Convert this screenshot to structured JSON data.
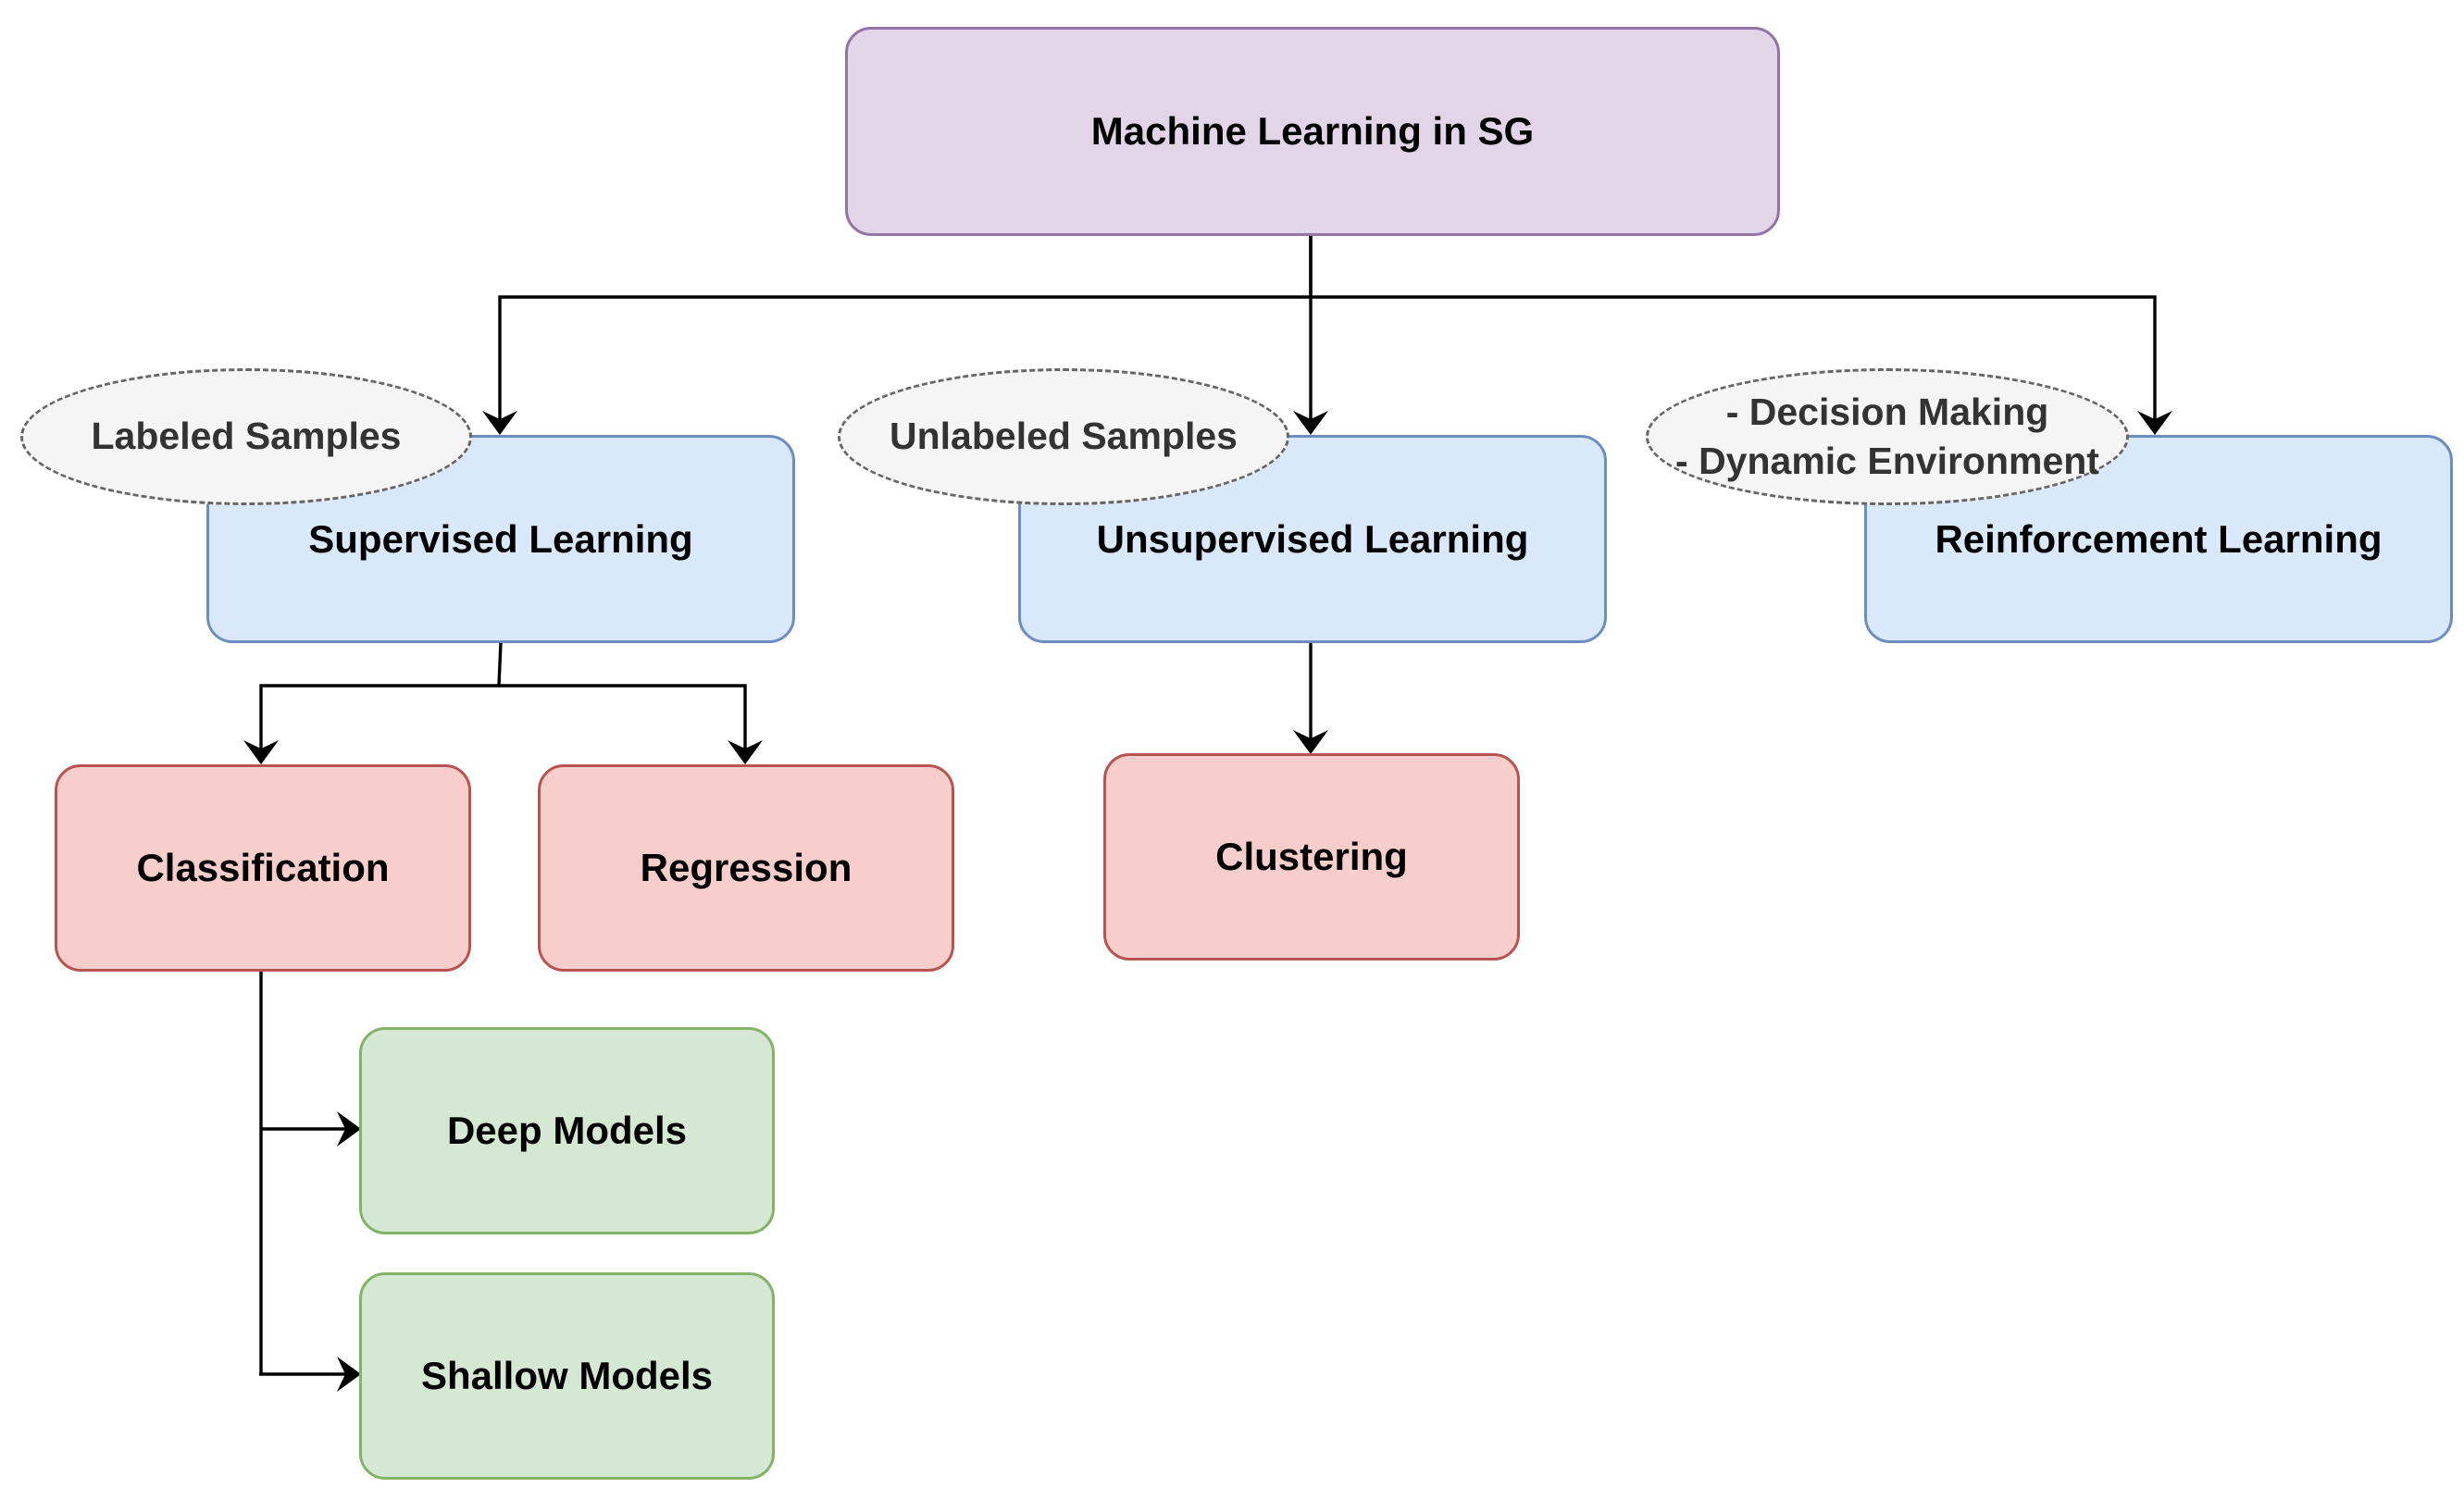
{
  "colors": {
    "root_fill": "#e1d5e7",
    "root_stroke": "#9673a6",
    "paradigm_fill": "#dae8fc",
    "paradigm_stroke": "#6c8ebf",
    "task_fill": "#f8cecc",
    "task_stroke": "#b85450",
    "model_fill": "#d5e8d4",
    "model_stroke": "#82b366",
    "note_fill": "#f5f5f5",
    "note_stroke": "#666666",
    "connector": "#000000"
  },
  "nodes": {
    "root": "Machine Learning in SG",
    "supervised": "Supervised Learning",
    "unsupervised": "Unsupervised Learning",
    "reinforcement": "Reinforcement Learning",
    "classification": "Classification",
    "regression": "Regression",
    "clustering": "Clustering",
    "deep_models": "Deep Models",
    "shallow_models": "Shallow Models"
  },
  "notes": {
    "labeled": "Labeled Samples",
    "unlabeled": "Unlabeled Samples",
    "reinforcement_line1": "- Decision Making",
    "reinforcement_line2": "- Dynamic Environment"
  },
  "edges": [
    [
      "root",
      "supervised"
    ],
    [
      "root",
      "unsupervised"
    ],
    [
      "root",
      "reinforcement"
    ],
    [
      "supervised",
      "classification"
    ],
    [
      "supervised",
      "regression"
    ],
    [
      "unsupervised",
      "clustering"
    ],
    [
      "classification",
      "deep_models"
    ],
    [
      "classification",
      "shallow_models"
    ]
  ]
}
